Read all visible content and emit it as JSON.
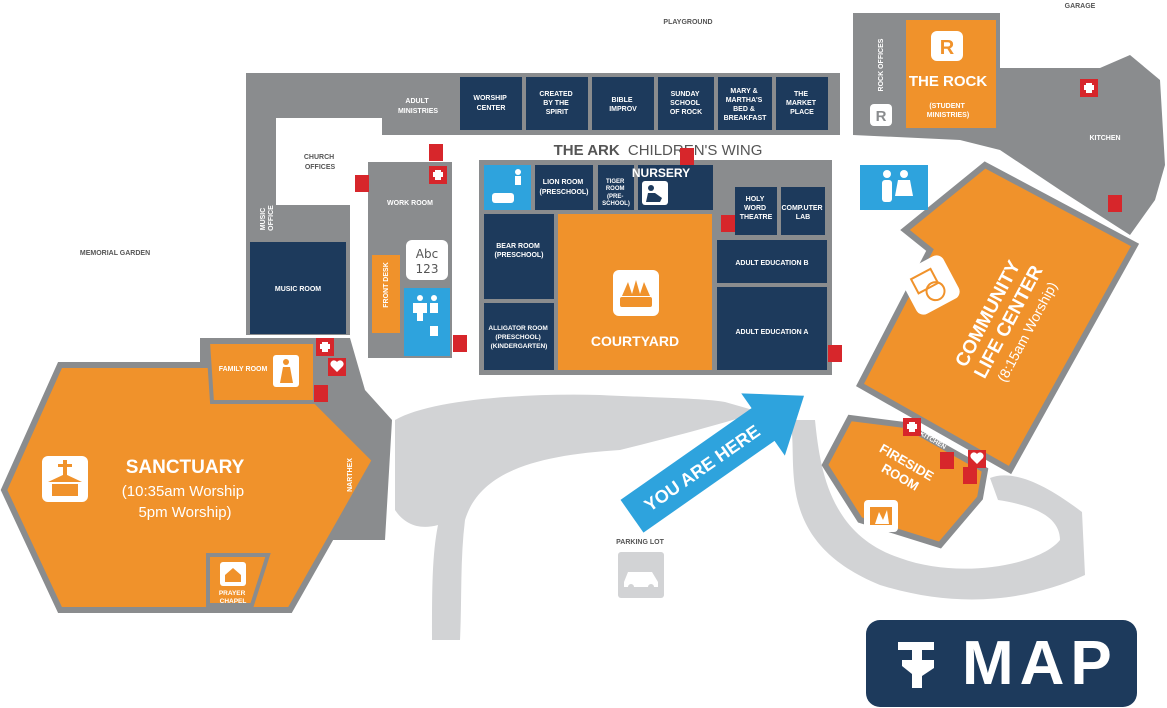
{
  "map": {
    "outside": {
      "playground": "PLAYGROUND",
      "garage": "GARAGE",
      "memorial_garden": "MEMORIAL GARDEN",
      "parking_lot": "PARKING LOT"
    },
    "wing_title_bold": "THE ARK",
    "wing_title_rest": "CHILDREN'S WING",
    "rooms": {
      "adult_ministries": [
        "ADULT",
        "MINISTRIES"
      ],
      "church_offices": [
        "CHURCH",
        "OFFICES"
      ],
      "music_office": [
        "MUSIC",
        "OFFICE"
      ],
      "music_room": "MUSIC ROOM",
      "work_room": "WORK ROOM",
      "front_desk": "FRONT DESK",
      "worship_center": [
        "WORSHIP",
        "CENTER"
      ],
      "created_by_the_spirit": [
        "CREATED",
        "BY THE",
        "SPIRIT"
      ],
      "bible_improv": [
        "BIBLE",
        "IMPROV"
      ],
      "sunday_school_of_rock": [
        "SUNDAY",
        "SCHOOL",
        "OF ROCK"
      ],
      "mary_marthas": [
        "MARY &",
        "MARTHA'S",
        "BED &",
        "BREAKFAST"
      ],
      "market_place": [
        "THE",
        "MARKET",
        "PLACE"
      ],
      "rock_offices": "ROCK OFFICES",
      "the_rock": "THE ROCK",
      "student_ministries": [
        "(STUDENT",
        "MINISTRIES)"
      ],
      "kitchen": "KITCHEN",
      "lion_room": [
        "LION ROOM",
        "(PRESCHOOL)"
      ],
      "tiger_room": [
        "TIGER",
        "ROOM",
        "(PRE-",
        "SCHOOL)"
      ],
      "nursery": "NURSERY",
      "holy_word_theatre": [
        "HOLY",
        "WORD",
        "THEATRE"
      ],
      "computer_lab": [
        "COMP.UTER",
        "LAB"
      ],
      "bear_room": [
        "BEAR ROOM",
        "(PRESCHOOL)"
      ],
      "alligator_room": [
        "ALLIGATOR ROOM",
        "(PRESCHOOL)",
        "(KINDERGARTEN)"
      ],
      "courtyard": "COURTYARD",
      "adult_education_b": "ADULT EDUCATION B",
      "adult_education_a": "ADULT EDUCATION A",
      "family_room": "FAMILY ROOM",
      "narthex": "NARTHEX",
      "sanctuary": "SANCTUARY",
      "sanctuary_times": [
        "(10:35am Worship",
        "5pm Worship)"
      ],
      "prayer_chapel": [
        "PRAYER",
        "CHAPEL"
      ],
      "community_life_center": [
        "COMMUNITY",
        "LIFE CENTER"
      ],
      "clc_time": "(8:15am Worship)",
      "fireside_room": [
        "FIRESIDE",
        "ROOM"
      ],
      "kitchen_small": "KITCHEN"
    },
    "you_are_here": "YOU ARE HERE",
    "abc_sign": [
      "Abc",
      "123"
    ],
    "badge_title": "MAP"
  },
  "colors": {
    "orange": "#f0922b",
    "navy": "#1d3a5c",
    "blue": "#2ea3dd",
    "grey_wall": "#8a8c8e",
    "light_grey": "#d2d3d5",
    "red": "#d7262b"
  }
}
